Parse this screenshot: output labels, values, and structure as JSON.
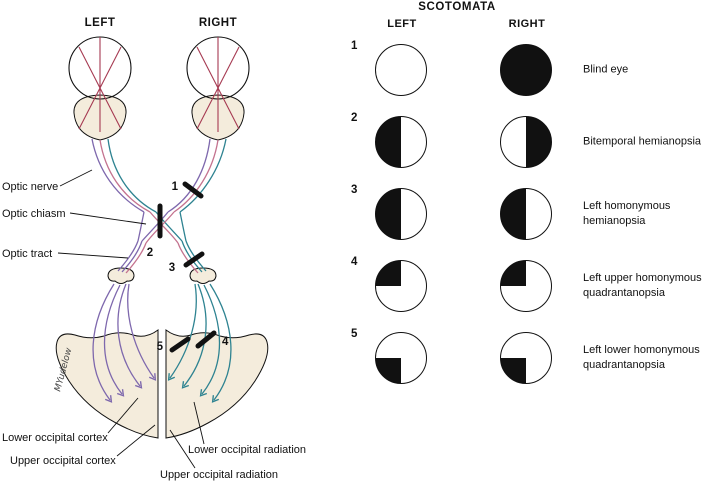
{
  "pathway": {
    "top_labels": {
      "left": "LEFT",
      "right": "RIGHT"
    },
    "anatomy_labels": {
      "optic_nerve": "Optic nerve",
      "optic_chiasm": "Optic chiasm",
      "optic_tract": "Optic tract",
      "lower_occipital_cortex": "Lower occipital cortex",
      "upper_occipital_cortex": "Upper occipital cortex",
      "upper_occipital_radiation": "Upper occipital radiation",
      "lower_occipital_radiation": "Lower occipital radiation"
    },
    "lesion_markers": [
      "1",
      "2",
      "3",
      "4",
      "5"
    ],
    "signature": "MYudelow"
  },
  "scotomata": {
    "title": "SCOTOMATA",
    "column_headers": {
      "left": "LEFT",
      "right": "RIGHT"
    },
    "rows": [
      {
        "number": "1",
        "left_field": "clear",
        "right_field": "full",
        "label": "Blind eye"
      },
      {
        "number": "2",
        "left_field": "left-half",
        "right_field": "right-half",
        "label": "Bitemporal hemianopsia"
      },
      {
        "number": "3",
        "left_field": "left-half",
        "right_field": "left-half",
        "label": "Left homonymous hemianopsia"
      },
      {
        "number": "4",
        "left_field": "upper-left-quadrant",
        "right_field": "upper-left-quadrant",
        "label": "Left upper homonymous quadrantanopsia"
      },
      {
        "number": "5",
        "left_field": "lower-left-quadrant",
        "right_field": "lower-left-quadrant",
        "label": "Left lower homonymous quadrantanopsia"
      }
    ]
  },
  "colors": {
    "ink": "#111111",
    "fiber_teal": "#2e8391",
    "fiber_purple": "#7e68ad",
    "fiber_pink": "#c4738f",
    "ray_red": "#a63a52",
    "tissue_beige": "#f4ecdc",
    "scotoma_fill": "#111111"
  }
}
